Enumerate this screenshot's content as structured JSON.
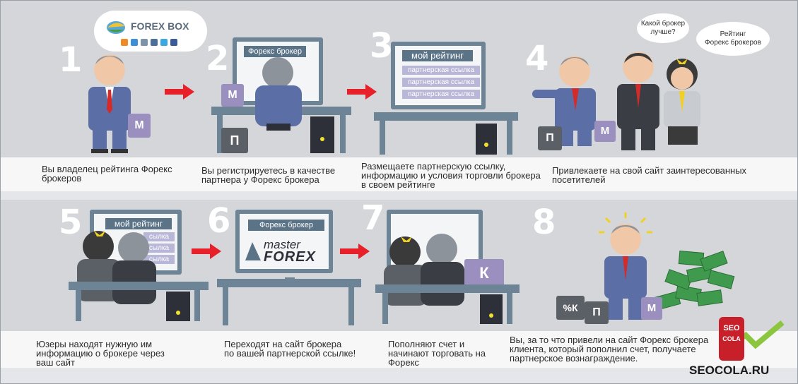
{
  "logo": {
    "name": "FOREX BOX",
    "social_icons": [
      "rss-icon",
      "ie-icon",
      "odnoklassniki-icon",
      "vk-icon",
      "twitter-icon",
      "facebook-icon"
    ]
  },
  "steps": [
    {
      "num": "1",
      "caption": "Вы владелец рейтинга Форекс\nброкеров"
    },
    {
      "num": "2",
      "caption": "Вы регистрируетесь в качестве\nпартнера у Форекс брокера",
      "screen_title": "Форекс брокер"
    },
    {
      "num": "3",
      "caption": "Размещаете партнерскую ссылку,\nинформацию и условия торговли брокера\nв своем рейтинге",
      "screen_title": "мой рейтинг",
      "links": [
        "партнерская ссылка",
        "партнерская ссылка",
        "партнерская ссылка"
      ]
    },
    {
      "num": "4",
      "caption": "Привлекаете на свой сайт заинтересованных\nпосетителей",
      "bubbles": [
        "Какой брокер\nлучше?",
        "Рейтинг\nФорекс брокеров"
      ]
    },
    {
      "num": "5",
      "caption": "Юзеры находят нужную им\nинформацию о брокере через\nваш сайт",
      "screen_title": "мой рейтинг",
      "links": [
        "сылка",
        "сылка",
        "сылка"
      ]
    },
    {
      "num": "6",
      "caption": "Переходят на сайт брокера\nпо вашей партнерской ссылке!",
      "screen_title": "Форекс брокер",
      "screen_logo_top": "master",
      "screen_logo_bottom": "FOREX"
    },
    {
      "num": "7",
      "caption": "Пополняют счет и\nначинают торговать на\nФорекс"
    },
    {
      "num": "8",
      "caption": "Вы, за то что привели на сайт  Форекс брокера\nклиента, который пополнил счет, получаете\nпартнерское вознаграждение."
    }
  ],
  "bag_letters": {
    "m": "М",
    "p": "П",
    "k": "К",
    "pk": "%К"
  },
  "watermark": {
    "can_top": "SEO",
    "can_bottom": "COLA",
    "site": "SEOCOLA.RU"
  },
  "colors": {
    "arrow": "#e8202a",
    "monitor": "#6d8396",
    "bag": "#9b8fbf",
    "suit": "#5b6fa6",
    "tie": "#d32a2a",
    "money": "#3f9a4e"
  }
}
